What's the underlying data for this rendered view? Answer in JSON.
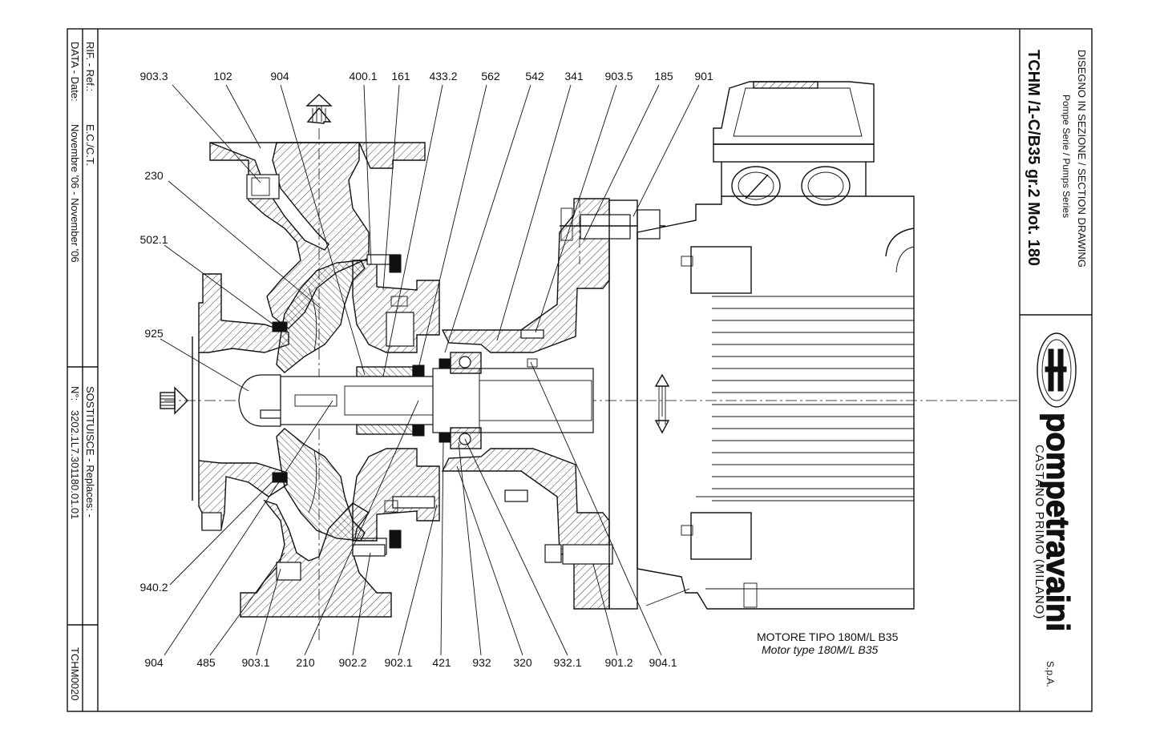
{
  "title_block": {
    "drawing_type": "DISEGNO IN SEZIONE / SECTION DRAWING",
    "series": "Pompe Serie / Pumps Series",
    "model": "TCHM /1-C/B35 gr.2 Mot. 180",
    "company_name": "pompetravaini",
    "company_suffix": "S.p.A.",
    "location": "CASTANO PRIMO   (MILANO)"
  },
  "side_block": {
    "ref_label": "RIF. - Ref.:",
    "ref_value": "E.C./C.T.",
    "date_label": "DATA - Date:",
    "date_value": "Novembre '06 - November '06",
    "replaces_label": "SOSTITUISCE - Replaces: -",
    "number_label": "N°:",
    "number_value": "3202.1L7.301180.01.01",
    "drawing_code": "TCHM0020"
  },
  "motor_note": {
    "line1": "MOTORE TIPO 180M/L B35",
    "line2": "Motor type 180M/L B35"
  },
  "part_labels": {
    "top": [
      "903.3",
      "102",
      "904",
      "400.1",
      "161",
      "433.2",
      "562",
      "542",
      "341",
      "903.5",
      "185",
      "901"
    ],
    "left": [
      "230",
      "502.1",
      "925",
      "940.2"
    ],
    "bottom": [
      "904",
      "485",
      "903.1",
      "210",
      "902.2",
      "902.1",
      "421",
      "932",
      "320",
      "932.1",
      "901.2",
      "904.1"
    ]
  }
}
